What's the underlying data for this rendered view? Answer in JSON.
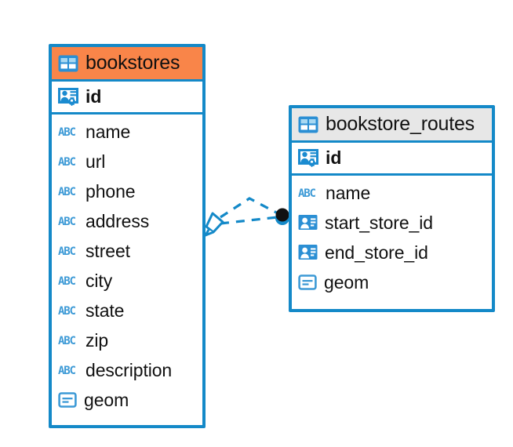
{
  "diagram": {
    "kind": "entity-relationship-diagram",
    "background_color": "#ffffff",
    "accent_color": "#1489c8",
    "selected_header_color": "#f98549",
    "header_color": "#e7e7e7",
    "connector_color": "#1489c8",
    "connector_endpoint_color": "#111111"
  },
  "entities": [
    {
      "name": "bookstores",
      "selected": true,
      "header_icon": "table-icon",
      "primary_key": {
        "label": "id",
        "icon": "primary-key-icon"
      },
      "fields": [
        {
          "label": "name",
          "icon": "abc-icon"
        },
        {
          "label": "url",
          "icon": "abc-icon"
        },
        {
          "label": "phone",
          "icon": "abc-icon"
        },
        {
          "label": "address",
          "icon": "abc-icon"
        },
        {
          "label": "street",
          "icon": "abc-icon"
        },
        {
          "label": "city",
          "icon": "abc-icon"
        },
        {
          "label": "state",
          "icon": "abc-icon"
        },
        {
          "label": "zip",
          "icon": "abc-icon"
        },
        {
          "label": "description",
          "icon": "abc-icon"
        },
        {
          "label": "geom",
          "icon": "geometry-icon"
        }
      ]
    },
    {
      "name": "bookstore_routes",
      "selected": false,
      "header_icon": "table-icon",
      "primary_key": {
        "label": "id",
        "icon": "primary-key-icon"
      },
      "fields": [
        {
          "label": "name",
          "icon": "abc-icon"
        },
        {
          "label": "start_store_id",
          "icon": "foreign-key-icon"
        },
        {
          "label": "end_store_id",
          "icon": "foreign-key-icon"
        },
        {
          "label": "geom",
          "icon": "geometry-icon"
        }
      ]
    }
  ],
  "relationship": {
    "from_entity": "bookstores",
    "to_entity": "bookstore_routes",
    "line_style": "dashed",
    "source_marker": "relationship-diamond-marker",
    "target_marker": "filled-circle-endpoint"
  }
}
